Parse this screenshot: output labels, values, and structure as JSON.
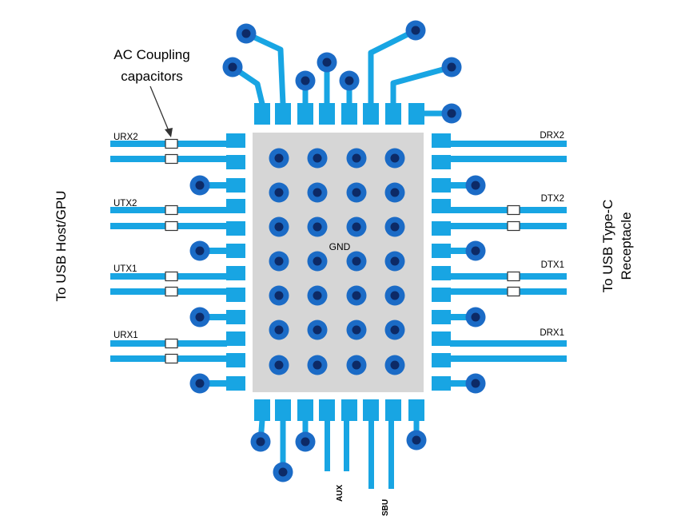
{
  "colors": {
    "trace": "#18a5e3",
    "via_ring": "#1b6bc6",
    "via_core": "#0d2a66",
    "die": "#d6d6d6",
    "text": "#000000",
    "background": "#ffffff"
  },
  "annotation": {
    "line1": "AC Coupling",
    "line2": "capacitors"
  },
  "side_labels": {
    "left": "To USB Host/GPU",
    "right_line1": "To USB Type-C",
    "right_line2": "Receptacle"
  },
  "die_label": "GND",
  "signals": {
    "left": [
      "URX2",
      "UTX2",
      "UTX1",
      "URX1"
    ],
    "right": [
      "DRX2",
      "DTX2",
      "DTX1",
      "DRX1"
    ],
    "bottom": [
      "AUX",
      "SBU"
    ]
  },
  "icons": {
    "via": "via-icon",
    "capacitor": "capacitor-icon",
    "arrow": "arrow-icon"
  }
}
